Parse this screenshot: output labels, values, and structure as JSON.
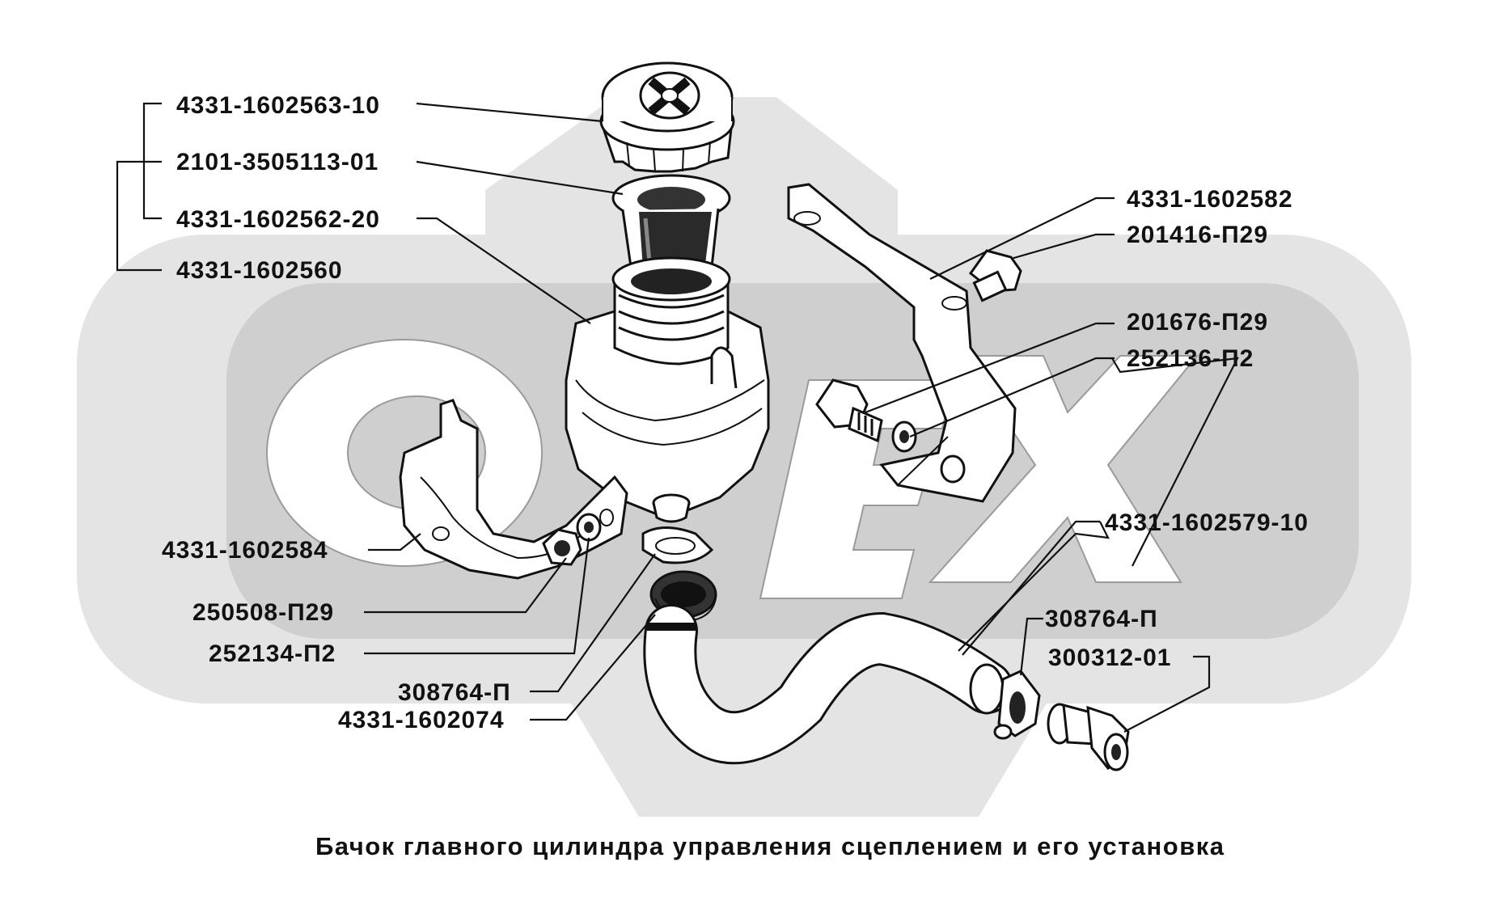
{
  "diagram": {
    "caption": "Бачок главного цилиндра управления сцеплением и его установка",
    "watermark": {
      "text": "OPEX"
    },
    "labels": {
      "cap": "4331-1602563-10",
      "gasket_cap": "2101-3505113-01",
      "filter": "4331-1602562-20",
      "reservoir_assembly": "4331-1602560",
      "bracket_upper": "4331-1602582",
      "bolt_upper": "201416-П29",
      "bolt_mid": "201676-П29",
      "washer_mid": "252136-П2",
      "hose": "4331-1602579-10",
      "clamp_strap": "4331-1602584",
      "bolt_lower": "250508-П29",
      "washer_lower": "252134-П2",
      "clamp_left": "308764-П",
      "fitting_left": "4331-1602074",
      "clamp_right": "308764-П",
      "fitting_right": "300312-01"
    }
  }
}
